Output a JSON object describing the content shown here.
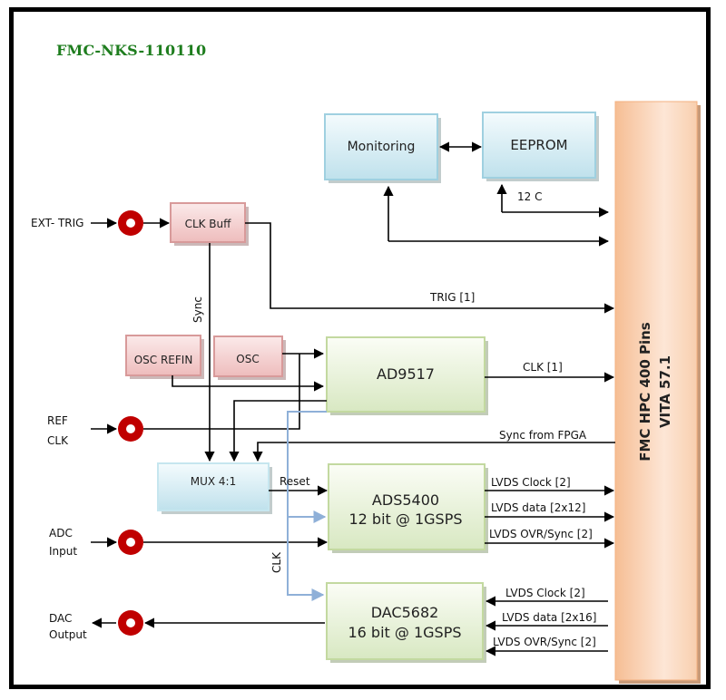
{
  "title": "FMC-NKS-110110",
  "connector": {
    "line1": "FMC HPC 400 Pins",
    "line2": "VITA 57.1"
  },
  "blocks": {
    "monitoring": "Monitoring",
    "eeprom": "EEPROM",
    "clk_buff": "CLK Buff",
    "osc_refin": "OSC REFIN",
    "osc": "OSC",
    "ad9517": "AD9517",
    "mux": "MUX 4:1",
    "ads5400_line1": "ADS5400",
    "ads5400_line2": "12 bit @ 1GSPS",
    "dac5682_line1": "DAC5682",
    "dac5682_line2": "16 bit @ 1GSPS"
  },
  "inputs": {
    "ext_trig": "EXT- TRIG",
    "ref_clk_line1": "REF",
    "ref_clk_line2": "CLK",
    "adc_line1": "ADC",
    "adc_line2": "Input",
    "dac_line1": "DAC",
    "dac_line2": "Output"
  },
  "signals": {
    "i2c": "12 C",
    "trig": "TRIG [1]",
    "sync": "Sync",
    "clk1": "CLK [1]",
    "sync_fpga": "Sync from FPGA",
    "reset": "Reset",
    "clk": "CLK",
    "adc_lvds_clock": "LVDS Clock [2]",
    "adc_lvds_data": "LVDS data [2x12]",
    "adc_lvds_ovr": "LVDS OVR/Sync [2]",
    "dac_lvds_clock": "LVDS Clock [2]",
    "dac_lvds_data": "LVDS data [2x16]",
    "dac_lvds_ovr": "LVDS OVR/Sync [2]"
  },
  "colors": {
    "title": "#1e7d1e",
    "connector_red": "#c00000",
    "blue_block": "#cfe8f0",
    "pink_block": "#f2c8c8",
    "green_block": "#e4efd2",
    "fmc_block": "#f8c8a0",
    "clk_line": "#8fb0d8"
  }
}
